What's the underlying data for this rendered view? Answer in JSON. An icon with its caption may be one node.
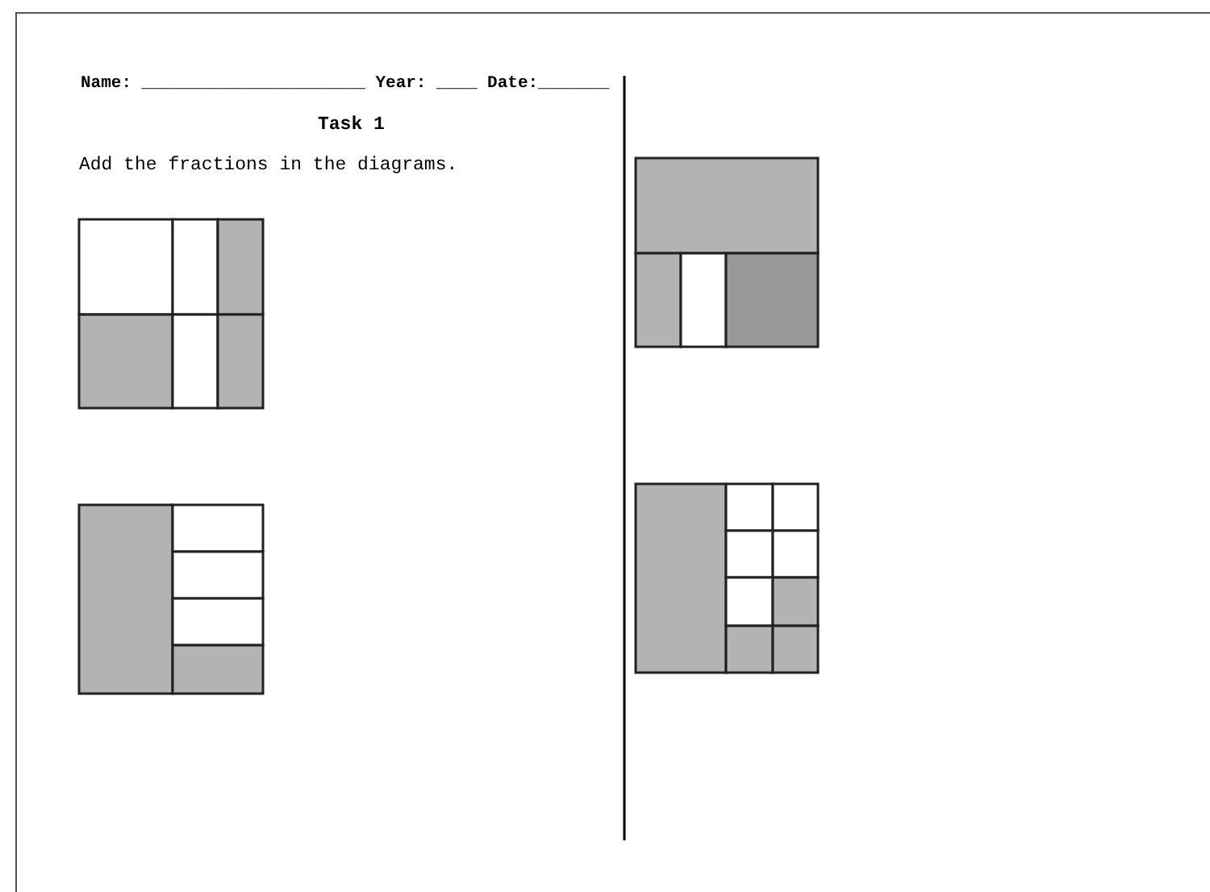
{
  "diagram": {
    "title": "Task 1",
    "labels": [
      "Name: ______________________ Year: ____ Date:_______",
      "Add the fractions in the diagrams."
    ]
  }
}
